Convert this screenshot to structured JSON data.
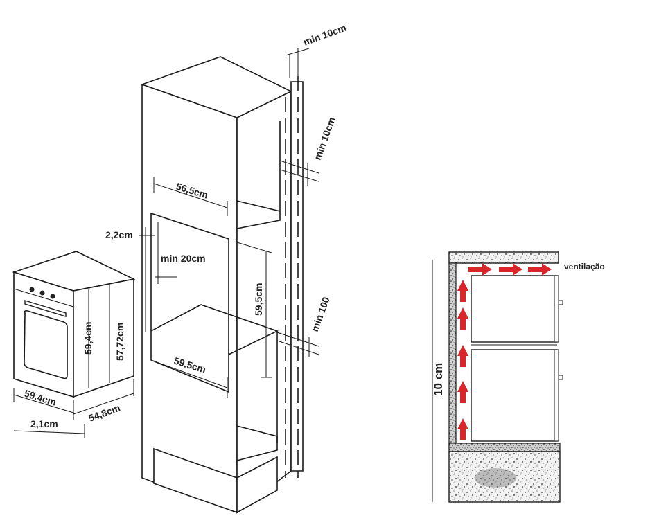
{
  "colors": {
    "line": "#1a1a1a",
    "arrow": "#d9262b",
    "background": "#ffffff"
  },
  "oven": {
    "width_label": "59,4cm",
    "depth_label": "54,8cm",
    "front_height_label": "59,4cm",
    "body_height_label": "57,72cm",
    "frame_label": "2,1cm"
  },
  "cabinet": {
    "top_gap_label": "min 10cm",
    "side_gap_label": "min 10cm",
    "niche_width_label": "56,5cm",
    "side_offset_label": "2,2cm",
    "back_gap_label": "min 20cm",
    "niche_height_label": "59,5cm",
    "bottom_gap_label": "min 100",
    "niche_depth_label": "59,5cm"
  },
  "ventilation": {
    "label": "ventilação",
    "height_label": "10 cm"
  }
}
